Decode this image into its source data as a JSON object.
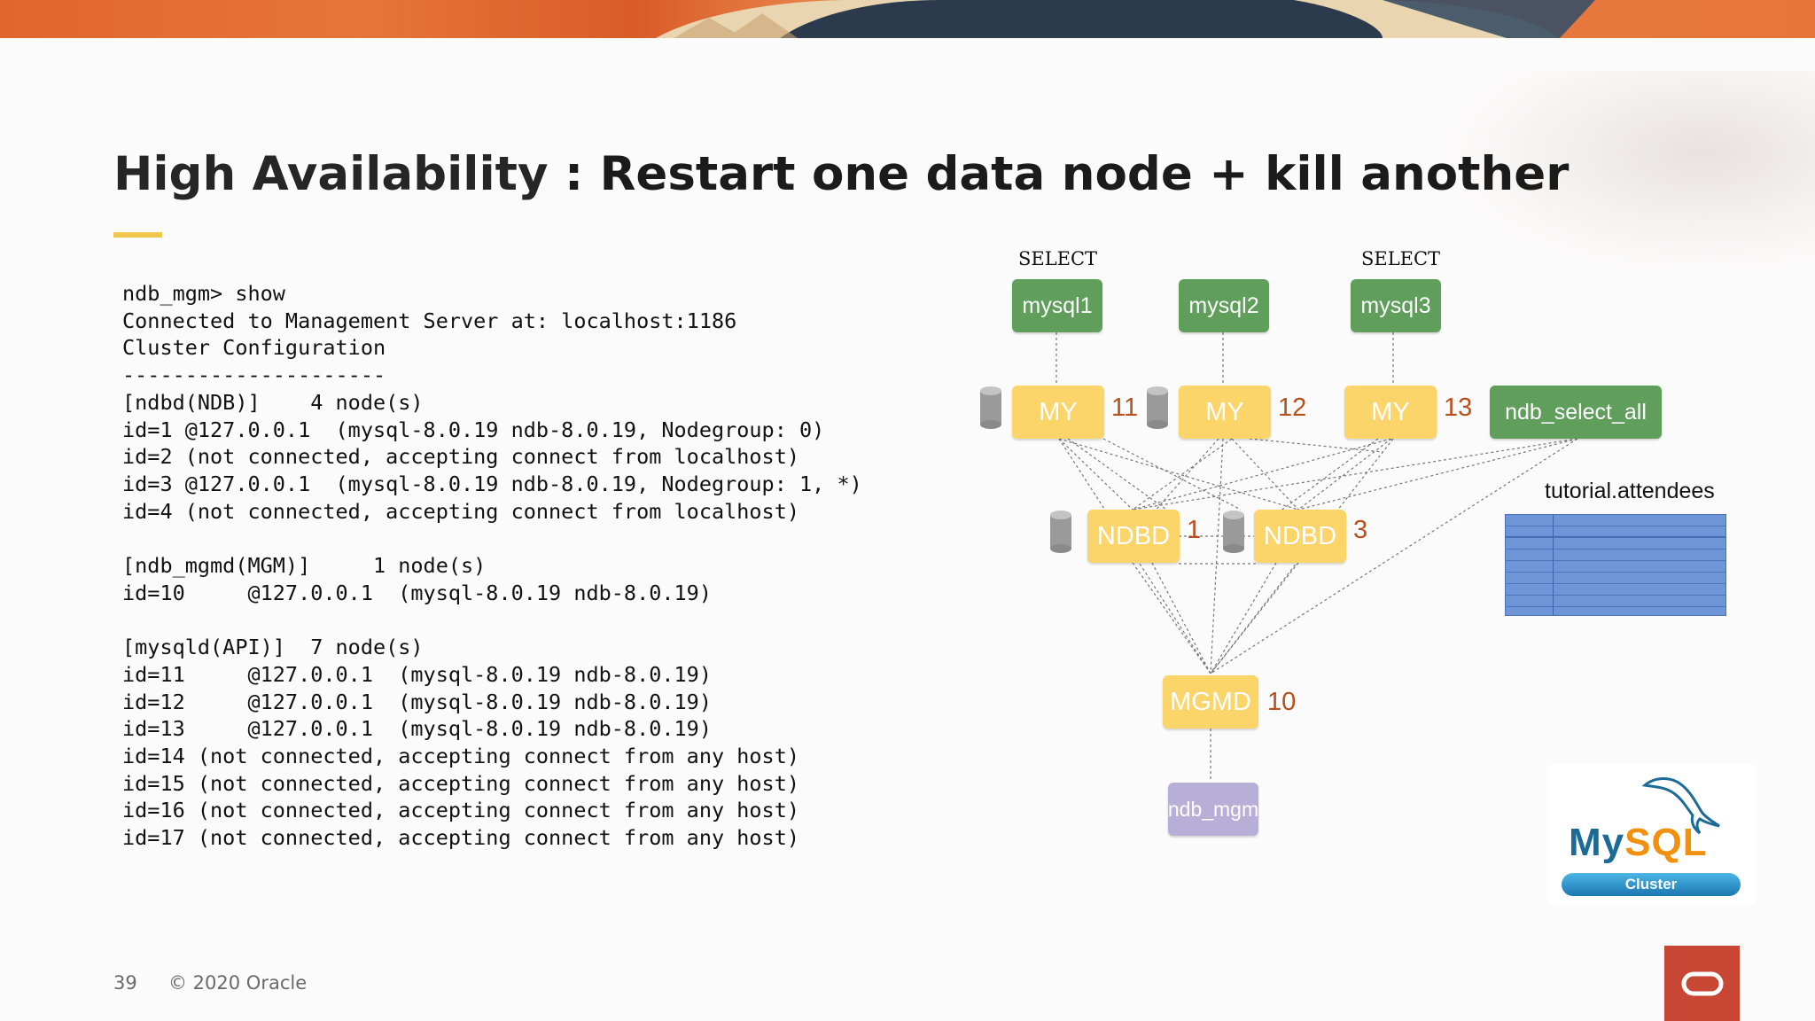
{
  "slide": {
    "title_lead": "High Availability",
    "title_rest": " : Restart one data node + kill another",
    "page_number": "39",
    "copyright": "© 2020 Oracle"
  },
  "terminal": {
    "lines": [
      "ndb_mgm> show",
      "Connected to Management Server at: localhost:1186",
      "Cluster Configuration",
      "---------------------",
      "[ndbd(NDB)]    4 node(s)",
      "id=1 @127.0.0.1  (mysql-8.0.19 ndb-8.0.19, Nodegroup: 0)",
      "id=2 (not connected, accepting connect from localhost)",
      "id=3 @127.0.0.1  (mysql-8.0.19 ndb-8.0.19, Nodegroup: 1, *)",
      "id=4 (not connected, accepting connect from localhost)",
      "",
      "[ndb_mgmd(MGM)]     1 node(s)",
      "id=10     @127.0.0.1  (mysql-8.0.19 ndb-8.0.19)",
      "",
      "[mysqld(API)]  7 node(s)",
      "id=11     @127.0.0.1  (mysql-8.0.19 ndb-8.0.19)",
      "id=12     @127.0.0.1  (mysql-8.0.19 ndb-8.0.19)",
      "id=13     @127.0.0.1  (mysql-8.0.19 ndb-8.0.19)",
      "id=14 (not connected, accepting connect from any host)",
      "id=15 (not connected, accepting connect from any host)",
      "id=16 (not connected, accepting connect from any host)",
      "id=17 (not connected, accepting connect from any host)"
    ]
  },
  "diagram": {
    "select_label": "SELECT",
    "clients": {
      "mysql1": "mysql1",
      "mysql2": "mysql2",
      "mysql3": "mysql3",
      "ndb_select_all": "ndb_select_all"
    },
    "api_nodes": {
      "label": "MY",
      "ids": [
        "11",
        "12",
        "13"
      ]
    },
    "data_nodes": {
      "label": "NDBD",
      "ids": [
        "1",
        "3"
      ]
    },
    "mgm_node": {
      "label": "MGMD",
      "id": "10"
    },
    "mgm_client": "ndb_mgm",
    "table_label": "tutorial.attendees"
  },
  "logo": {
    "my": "My",
    "sql": "SQL",
    "cluster": "Cluster"
  },
  "colors": {
    "banner": "#e6753a",
    "accent": "#f0c64b",
    "green_node": "#5f9e5b",
    "yellow_node": "#fbd46a",
    "purple_node": "#b8afd8",
    "node_number": "#b8501e",
    "oracle_red": "#c74634"
  },
  "icons": [
    "database-cylinder-icon",
    "dolphin-icon",
    "oracle-icon"
  ]
}
